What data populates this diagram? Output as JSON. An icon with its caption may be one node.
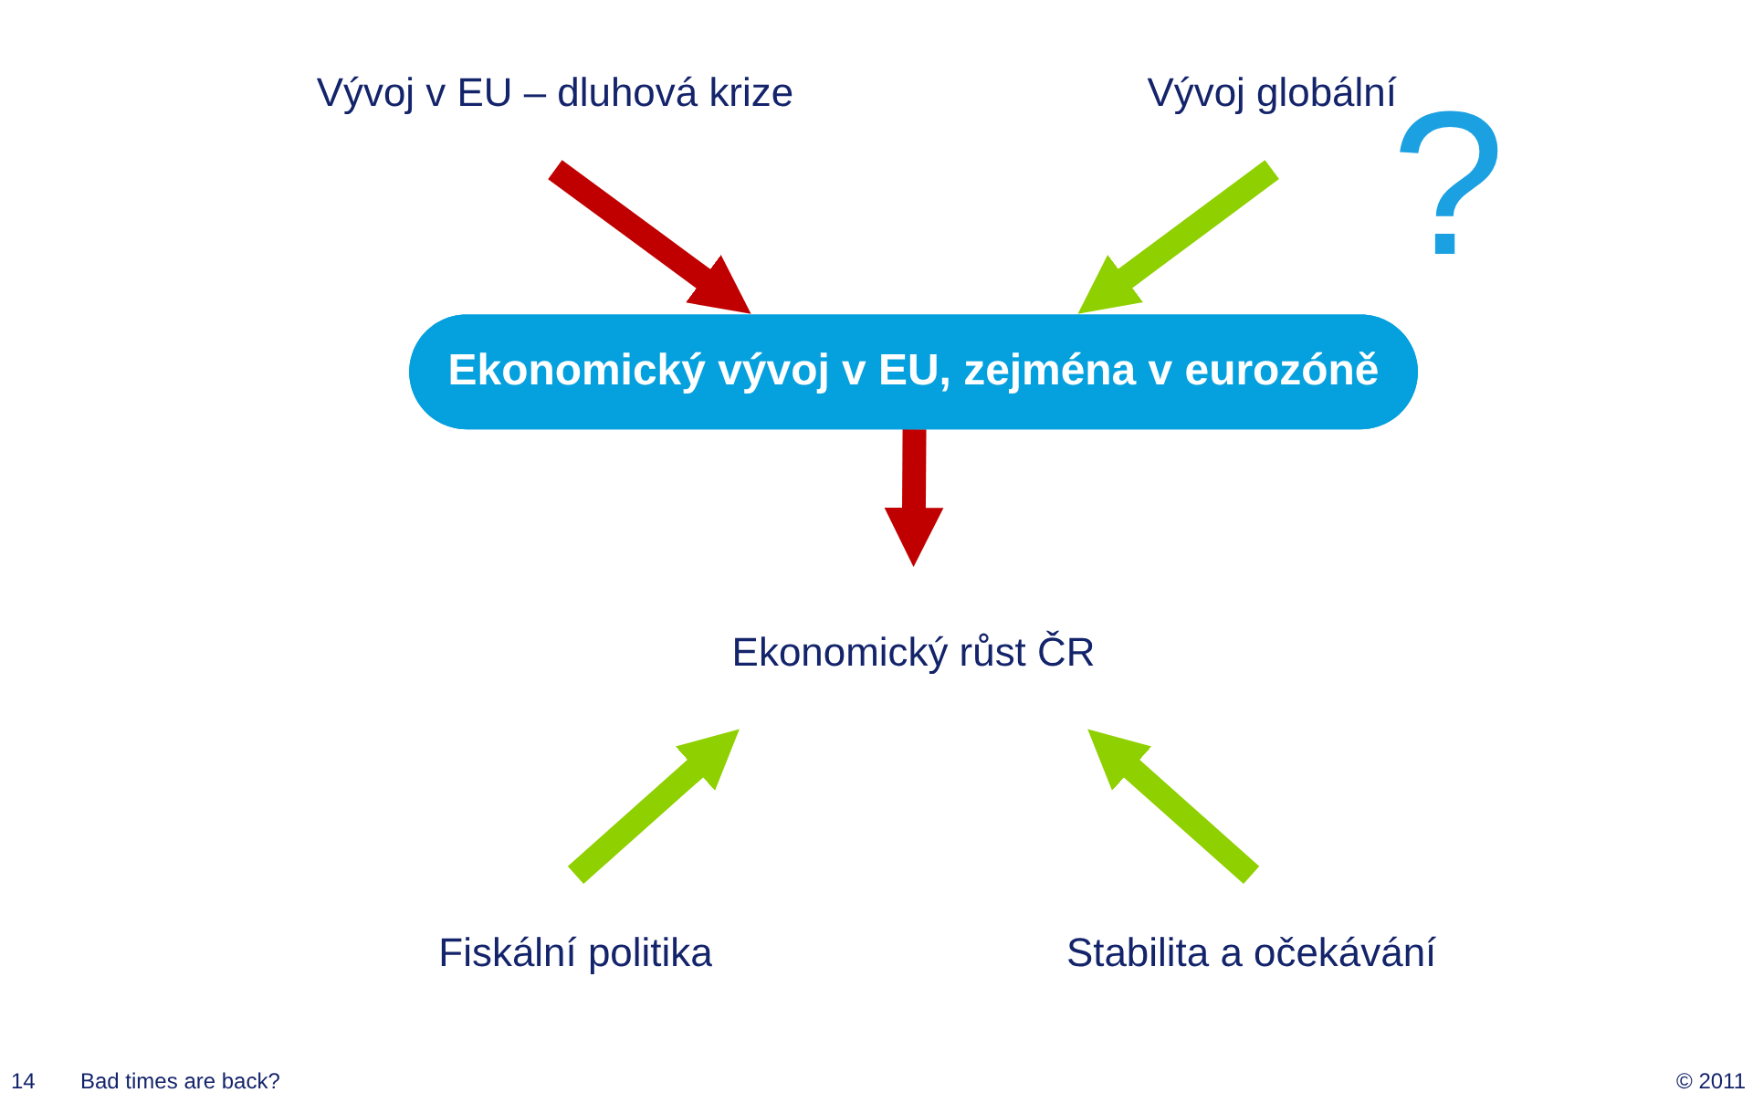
{
  "diagram": {
    "nodes": [
      {
        "text": [
          "Vývoj v EU – dluhová krize"
        ]
      },
      {
        "text": [
          "Vývoj globální"
        ]
      },
      {
        "text": [
          "Ekonomický vývoj v EU, zejména v eurozóně"
        ]
      },
      {
        "text": [
          "Ekonomický růst ČR"
        ]
      },
      {
        "text": [
          "Fiskální politika"
        ]
      },
      {
        "text": [
          "Stabilita a očekávání"
        ]
      }
    ],
    "edges": [
      {
        "from": 0,
        "to": 2,
        "arrow": "to",
        "color": "#c00000"
      },
      {
        "from": 1,
        "to": 2,
        "arrow": "to"
      },
      {
        "from": 2,
        "to": 3,
        "arrow": "to",
        "color": "#c00000"
      },
      {
        "from": 4,
        "to": 3,
        "arrow": "to"
      },
      {
        "from": 5,
        "to": 3,
        "arrow": "to"
      }
    ],
    "labels": [
      "?",
      "14",
      "Bad times are back?",
      "© 2011"
    ]
  }
}
